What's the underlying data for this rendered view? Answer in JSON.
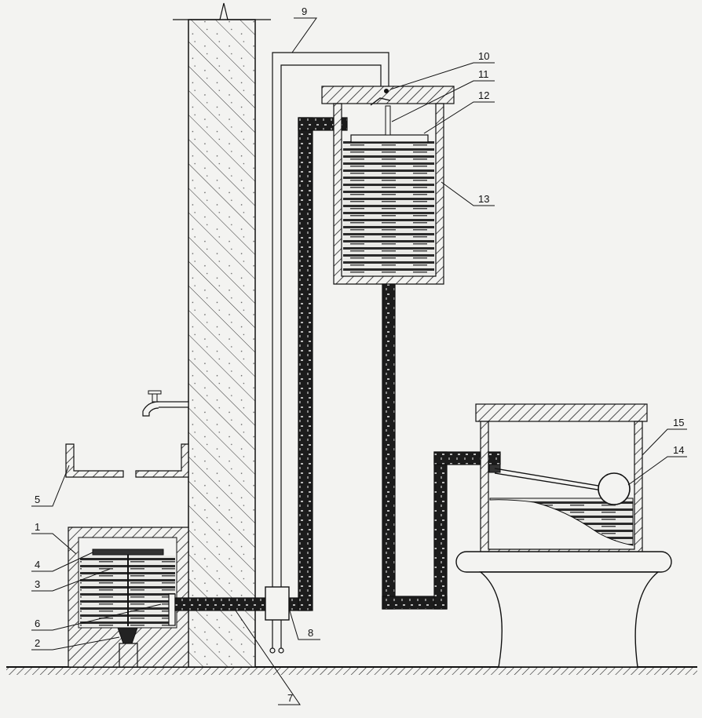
{
  "figure": {
    "background": "#f3f3f1",
    "ink": "#111111",
    "callouts": [
      {
        "id": "c1",
        "label": "1"
      },
      {
        "id": "c2",
        "label": "2"
      },
      {
        "id": "c3",
        "label": "3"
      },
      {
        "id": "c4",
        "label": "4"
      },
      {
        "id": "c5",
        "label": "5"
      },
      {
        "id": "c6",
        "label": "6"
      },
      {
        "id": "c7",
        "label": "7"
      },
      {
        "id": "c8",
        "label": "8"
      },
      {
        "id": "c9",
        "label": "9"
      },
      {
        "id": "c10",
        "label": "10"
      },
      {
        "id": "c11",
        "label": "11"
      },
      {
        "id": "c12",
        "label": "12"
      },
      {
        "id": "c13",
        "label": "13"
      },
      {
        "id": "c14",
        "label": "14"
      },
      {
        "id": "c15",
        "label": "15"
      }
    ]
  }
}
